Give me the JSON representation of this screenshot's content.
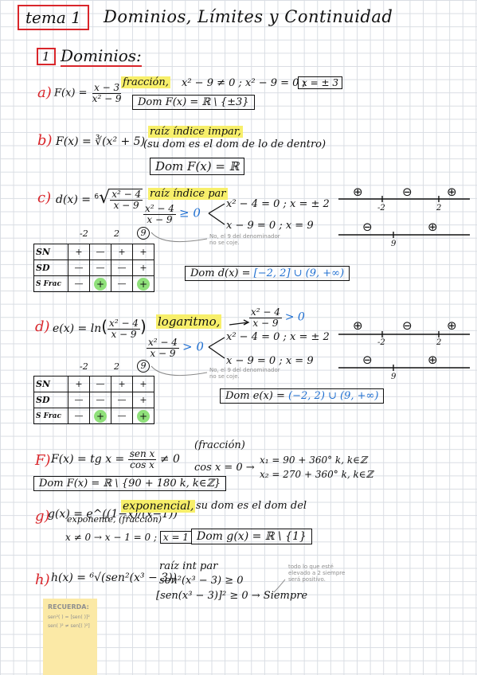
{
  "header": {
    "tema_label": "tema 1",
    "title": "Dominios, Límites y Continuidad"
  },
  "section1": {
    "number": "1",
    "title": "Dominios:"
  },
  "a": {
    "label": "a)",
    "fn_lhs": "F(x) =",
    "num": "x − 3",
    "den": "x² − 9",
    "type": "fracción,",
    "cond": "x² − 9 ≠ 0 ;  x² − 9 = 0 ;",
    "sol": "x = ± 3",
    "dom": "Dom F(x) = ℝ \\ {±3}"
  },
  "b": {
    "label": "b)",
    "fn": "F(x) = ∛(x² + 5)",
    "type": "raíz índice impar,",
    "note": "(su dom es el dom de lo de dentro)",
    "dom": "Dom F(x) = ℝ"
  },
  "c": {
    "label": "c)",
    "fn_lhs": "d(x) =",
    "root_index": "6",
    "num": "x² − 4",
    "den": "x − 9",
    "type": "raíz índice par",
    "ineq_num": "x² − 4",
    "ineq_den": "x − 9",
    "ineq_rel": "≥ 0",
    "eq1": "x² − 4 = 0 ; x = ± 2",
    "eq2": "x − 9 = 0 ; x = 9",
    "note": "No, el 9 del denominador no se coje.",
    "ticks": [
      "-2",
      "2",
      "9"
    ],
    "rows": [
      {
        "label": "SN",
        "cells": [
          "+",
          "—",
          "+",
          "+"
        ]
      },
      {
        "label": "SD",
        "cells": [
          "—",
          "—",
          "—",
          "+"
        ]
      },
      {
        "label": "S Frac",
        "cells": [
          "—",
          "+",
          "—",
          "+"
        ]
      }
    ],
    "dom_label": "Dom d(x) =",
    "dom_value": "[−2, 2] ∪ (9, +∞)",
    "numline_top": {
      "signs": [
        "⊕",
        "⊖",
        "⊕"
      ],
      "ticks": [
        "-2",
        "2"
      ]
    },
    "numline_bottom": {
      "signs": [
        "⊖",
        "⊕"
      ],
      "ticks": [
        "9"
      ]
    }
  },
  "d": {
    "label": "d)",
    "fn_lhs": "e(x) = ln",
    "num": "x² − 4",
    "den": "x − 9",
    "type": "logaritmo,",
    "rel": "> 0",
    "ineq_rel": "> 0",
    "eq1": "x² − 4 = 0 ; x = ± 2",
    "eq2": "x − 9 = 0 ; x = 9",
    "note": "No, el 9 del denominador no se coje.",
    "ticks": [
      "-2",
      "2",
      "9"
    ],
    "rows": [
      {
        "label": "SN",
        "cells": [
          "+",
          "—",
          "+",
          "+"
        ]
      },
      {
        "label": "SD",
        "cells": [
          "—",
          "—",
          "—",
          "+"
        ]
      },
      {
        "label": "S Frac",
        "cells": [
          "—",
          "+",
          "—",
          "+"
        ]
      }
    ],
    "dom_label": "Dom e(x) =",
    "dom_value": "(−2, 2) ∪ (9, +∞)",
    "numline_top": {
      "signs": [
        "⊕",
        "⊖",
        "⊕"
      ],
      "ticks": [
        "-2",
        "2"
      ]
    },
    "numline_bottom": {
      "signs": [
        "⊖",
        "⊕"
      ],
      "ticks": [
        "9"
      ]
    }
  },
  "f": {
    "label": "F)",
    "fn_lhs": "F(x) = tg x =",
    "num": "sen x",
    "den": "cos x",
    "rel": "≠ 0",
    "type": "(fracción)",
    "eq": "cos x = 0 →",
    "sol1": "x₁ = 90 + 360° k, k∈ℤ",
    "sol2": "x₂ = 270 + 360° k, k∈ℤ",
    "dom": "Dom F(x) = ℝ \\ {90 + 180 k, k∈ℤ}"
  },
  "g": {
    "label": "g)",
    "fn": "g(x) = e^((1−x)/(x−1))",
    "type": "exponencial,",
    "note1": "su dom es el dom del",
    "note2": "exponente, (fracción)",
    "eq": "x ≠ 0 → x − 1 = 0 ;",
    "sol": "x = 1",
    "dom": "Dom g(x) = ℝ \\ {1}"
  },
  "h": {
    "label": "h)",
    "fn": "h(x) = ⁶√(sen²(x³ − 3))",
    "type": "raíz int par",
    "ineq1": "sen²(x³ − 3) ≥ 0",
    "ineq2": "[sen(x³ − 3)]² ≥ 0 → Siempre",
    "side_note": "todo lo que esté elevado a 2 siempre será positivo."
  },
  "reminder": {
    "title": "RECUERDA:",
    "line1": "sen²( ) = [sen( )]²",
    "line2": "sen( )² ≠ sen[( )²]"
  },
  "colors": {
    "red": "#d9262b",
    "blue": "#1f6fd1",
    "highlight": "#f7ef6a",
    "green": "#8fe07a",
    "note": "#fbe9a6"
  }
}
